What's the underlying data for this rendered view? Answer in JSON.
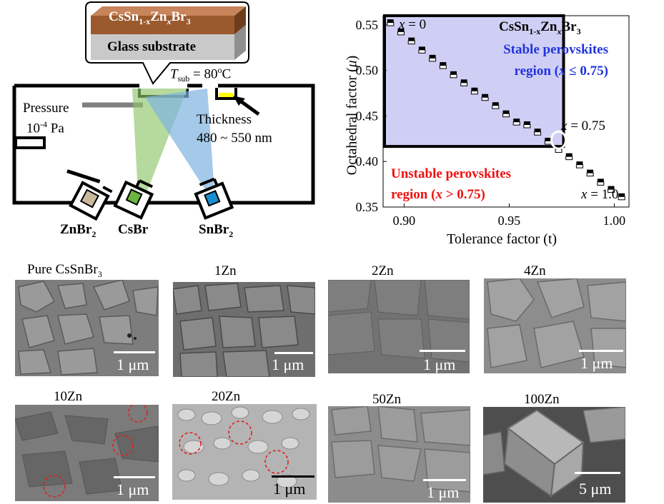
{
  "schematic": {
    "film_label_main": "CsSn",
    "film_label_sub1": "1-x",
    "film_label_mid": "Zn",
    "film_label_subx": "x",
    "film_label_br": "Br",
    "film_label_sub3": "3",
    "substrate_label": "Glass substrate",
    "tsub_label": "T",
    "tsub_sub": "sub",
    "tsub_value": " = 80",
    "tsub_sup": "o",
    "tsub_unit": "C",
    "pressure_label": "Pressure",
    "pressure_value": "10",
    "pressure_exp": "-4",
    "pressure_unit": " Pa",
    "thickness_label": "Thickness",
    "thickness_value": "480 ~ 550 nm",
    "source_znbr2": "ZnBr",
    "source_znbr2_sub": "2",
    "source_csbr": "CsBr",
    "source_snbr2": "SnBr",
    "source_snbr2_sub": "2",
    "colors": {
      "film": "#9a5a2e",
      "csbr_beam": "#8fc46a",
      "snbr2_beam": "#7fb2e0",
      "sensor": "#ffff00"
    }
  },
  "chart_data": {
    "type": "scatter",
    "xlabel": "Tolerance factor (t)",
    "ylabel_main": "Octahedral factor (",
    "ylabel_mu": "μ",
    "ylabel_end": ")",
    "xlim": [
      0.89,
      1.007
    ],
    "ylim": [
      0.35,
      0.56
    ],
    "xticks": [
      "0.90",
      "0.95",
      "1.00"
    ],
    "yticks": [
      "0.35",
      "0.40",
      "0.45",
      "0.50",
      "0.55"
    ],
    "xtick_values": [
      0.9,
      0.95,
      1.0
    ],
    "ytick_values": [
      0.35,
      0.4,
      0.45,
      0.5,
      0.55
    ],
    "x": [
      0.8935,
      0.8985,
      0.9035,
      0.9085,
      0.9135,
      0.9185,
      0.9235,
      0.9285,
      0.9335,
      0.9385,
      0.9435,
      0.9485,
      0.9535,
      0.9585,
      0.9635,
      0.9685,
      0.9735,
      0.9785,
      0.9835,
      0.9885,
      0.9935,
      0.9985,
      1.0035
    ],
    "y": [
      0.5525,
      0.5425,
      0.5325,
      0.5225,
      0.5135,
      0.5055,
      0.4955,
      0.4865,
      0.4775,
      0.4705,
      0.4615,
      0.4525,
      0.4435,
      0.4405,
      0.4325,
      0.4225,
      0.4135,
      0.4055,
      0.3965,
      0.3875,
      0.3775,
      0.3695,
      0.3615
    ],
    "stable_region": {
      "x_max": 0.9735,
      "y_min": 0.4165,
      "color": "#cfcff5"
    },
    "title_main": "CsSn",
    "title_sub1": "1-x",
    "title_mid": "Zn",
    "title_subx": "x",
    "title_br": "Br",
    "title_sub3": "3",
    "stable_label_line1": "Stable perovskites",
    "stable_label_line2": "region (",
    "stable_label_x": "x",
    "stable_label_cond": " ≤ 0.75)",
    "unstable_label_line1": "Unstable perovskites",
    "unstable_label_line2": "region (",
    "unstable_label_x": "x",
    "unstable_label_cond": "  > 0.75)",
    "annot_x0_var": "x",
    "annot_x0_val": " = 0",
    "annot_x075_var": "x",
    "annot_x075_val": " = 0.75",
    "annot_x1_var": "x",
    "annot_x1_val": " = 1.0",
    "stable_color": "#2233dd",
    "unstable_color": "#ee1111"
  },
  "sem_images": [
    {
      "label": "Pure CsSnBr",
      "label_sub": "3",
      "scale": "1 μm"
    },
    {
      "label": "1Zn",
      "label_sub": "",
      "scale": "1 μm"
    },
    {
      "label": "2Zn",
      "label_sub": "",
      "scale": "1 μm"
    },
    {
      "label": "4Zn",
      "label_sub": "",
      "scale": "1 μm"
    },
    {
      "label": "10Zn",
      "label_sub": "",
      "scale": "1 μm"
    },
    {
      "label": "20Zn",
      "label_sub": "",
      "scale": "1 μm"
    },
    {
      "label": "50Zn",
      "label_sub": "",
      "scale": "1 μm"
    },
    {
      "label": "100Zn",
      "label_sub": "",
      "scale": "5 μm"
    }
  ]
}
